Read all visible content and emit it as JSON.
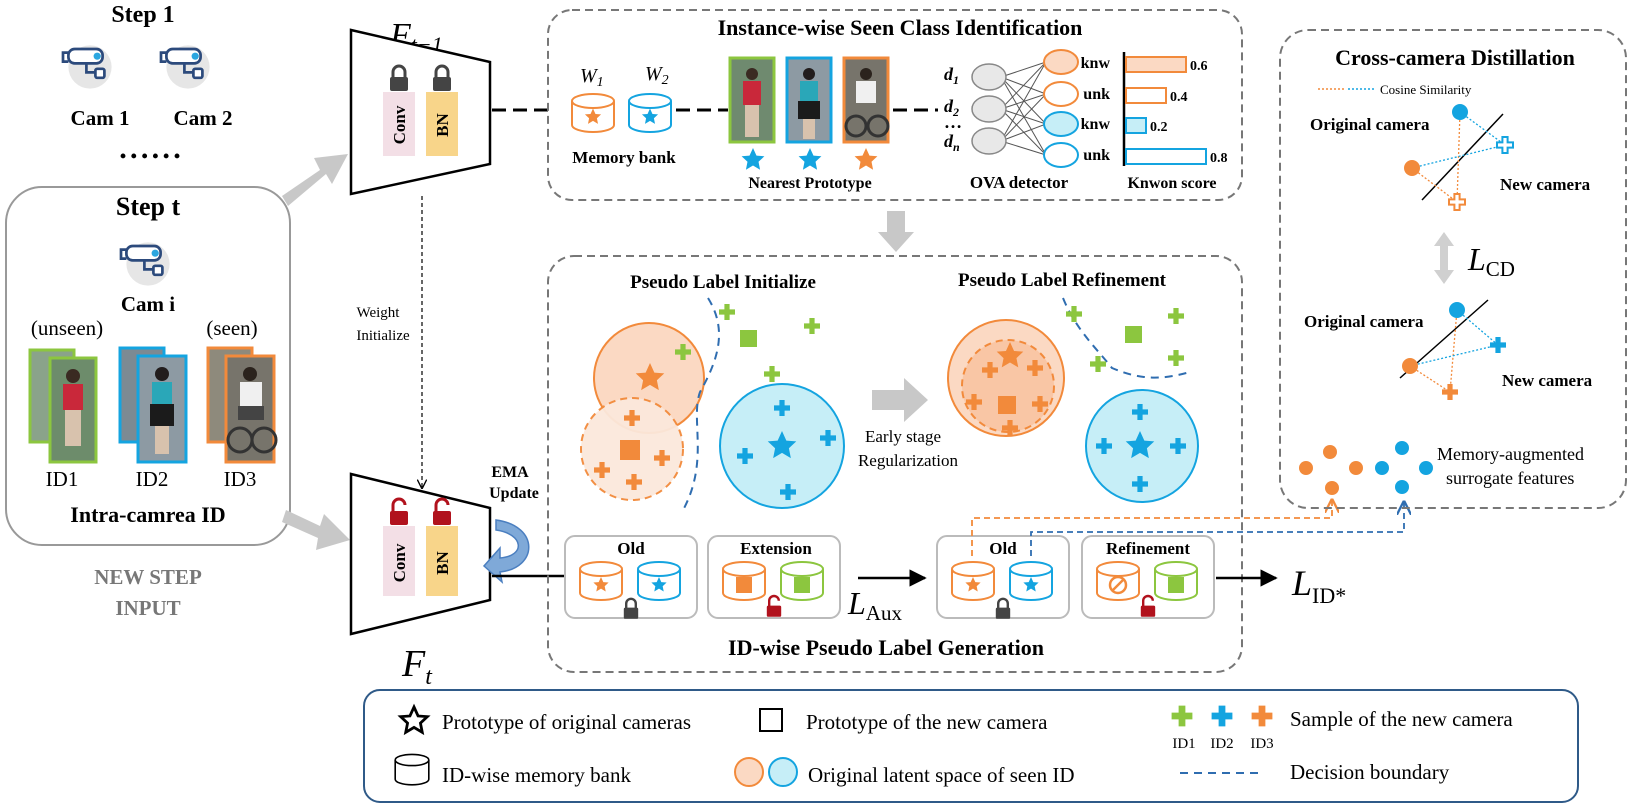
{
  "colors": {
    "orange": "#f28a3b",
    "orange_fill": "#fbd9c3",
    "cyan": "#14a4e0",
    "cyan_fill": "#c6eef7",
    "green": "#8cc63f",
    "dark_red": "#b1121d",
    "dash_blue": "#2f6db0",
    "gray_border": "#777777",
    "conv_pink": "#f3dfe6",
    "bn_yellow": "#f8d58a"
  },
  "left": {
    "step1": "Step 1",
    "cam1": "Cam 1",
    "cam2": "Cam 2",
    "ellipsis": "• • • • • •",
    "step_t": "Step t",
    "cam_i": "Cam i",
    "unseen": "(unseen)",
    "seen": "(seen)",
    "ids": [
      "ID1",
      "ID2",
      "ID3"
    ],
    "intra": "Intra-camrea ID",
    "new_step_1": "NEW STEP",
    "new_step_2": "INPUT"
  },
  "encoder": {
    "f_prev": "F",
    "f_prev_sub": "t−1",
    "f_t": "F",
    "f_t_sub": "t",
    "conv": "Conv",
    "bn": "BN",
    "weight_init_1": "Weight",
    "weight_init_2": "Initialize",
    "ema_1": "EMA",
    "ema_2": "Update"
  },
  "top_panel": {
    "title": "Instance-wise Seen Class Identification",
    "w1": "W",
    "w1_sub": "1",
    "w2": "W",
    "w2_sub": "2",
    "memory_bank": "Memory bank",
    "nearest": "Nearest Prototype",
    "d1": "d",
    "d1_sub": "1",
    "d2": "d",
    "d2_sub": "2",
    "dots": "…",
    "dn": "d",
    "dn_sub": "n",
    "ova": "OVA detector",
    "known_score": "Knwon score",
    "scores": [
      {
        "label": "knw",
        "value": 0.6,
        "text": "0.6",
        "color": "orange"
      },
      {
        "label": "unk",
        "value": 0.4,
        "text": "0.4",
        "color": "orange"
      },
      {
        "label": "knw",
        "value": 0.2,
        "text": "0.2",
        "color": "cyan"
      },
      {
        "label": "unk",
        "value": 0.8,
        "text": "0.8",
        "color": "cyan"
      }
    ]
  },
  "mid_panel": {
    "init_title": "Pseudo Label Initialize",
    "refine_title": "Pseudo Label Refinement",
    "early_1": "Early stage",
    "early_2": "Regularization",
    "old": "Old",
    "extension": "Extension",
    "old2": "Old",
    "refinement": "Refinement",
    "l_aux": "L",
    "l_aux_sub": "Aux",
    "l_id": "L",
    "l_id_sub": "ID*",
    "title": "ID-wise Pseudo Label Generation"
  },
  "right_panel": {
    "title": "Cross-camera Distillation",
    "cos_sim": "Cosine Similarity",
    "orig_cam_1": "Original camera",
    "new_cam_1": "New camera",
    "l_cd": "L",
    "l_cd_sub": "CD",
    "orig_cam_2": "Original camera",
    "new_cam_2": "New camera",
    "mem_aug_1": "Memory-augmented",
    "mem_aug_2": "surrogate features"
  },
  "legend": {
    "star": "Prototype of original cameras",
    "square": "Prototype of the new camera",
    "sample": "Sample of the new camera",
    "bank": "ID-wise memory bank",
    "latent": "Original latent space of seen ID",
    "boundary": "Decision boundary",
    "ids": [
      "ID1",
      "ID2",
      "ID3"
    ]
  }
}
